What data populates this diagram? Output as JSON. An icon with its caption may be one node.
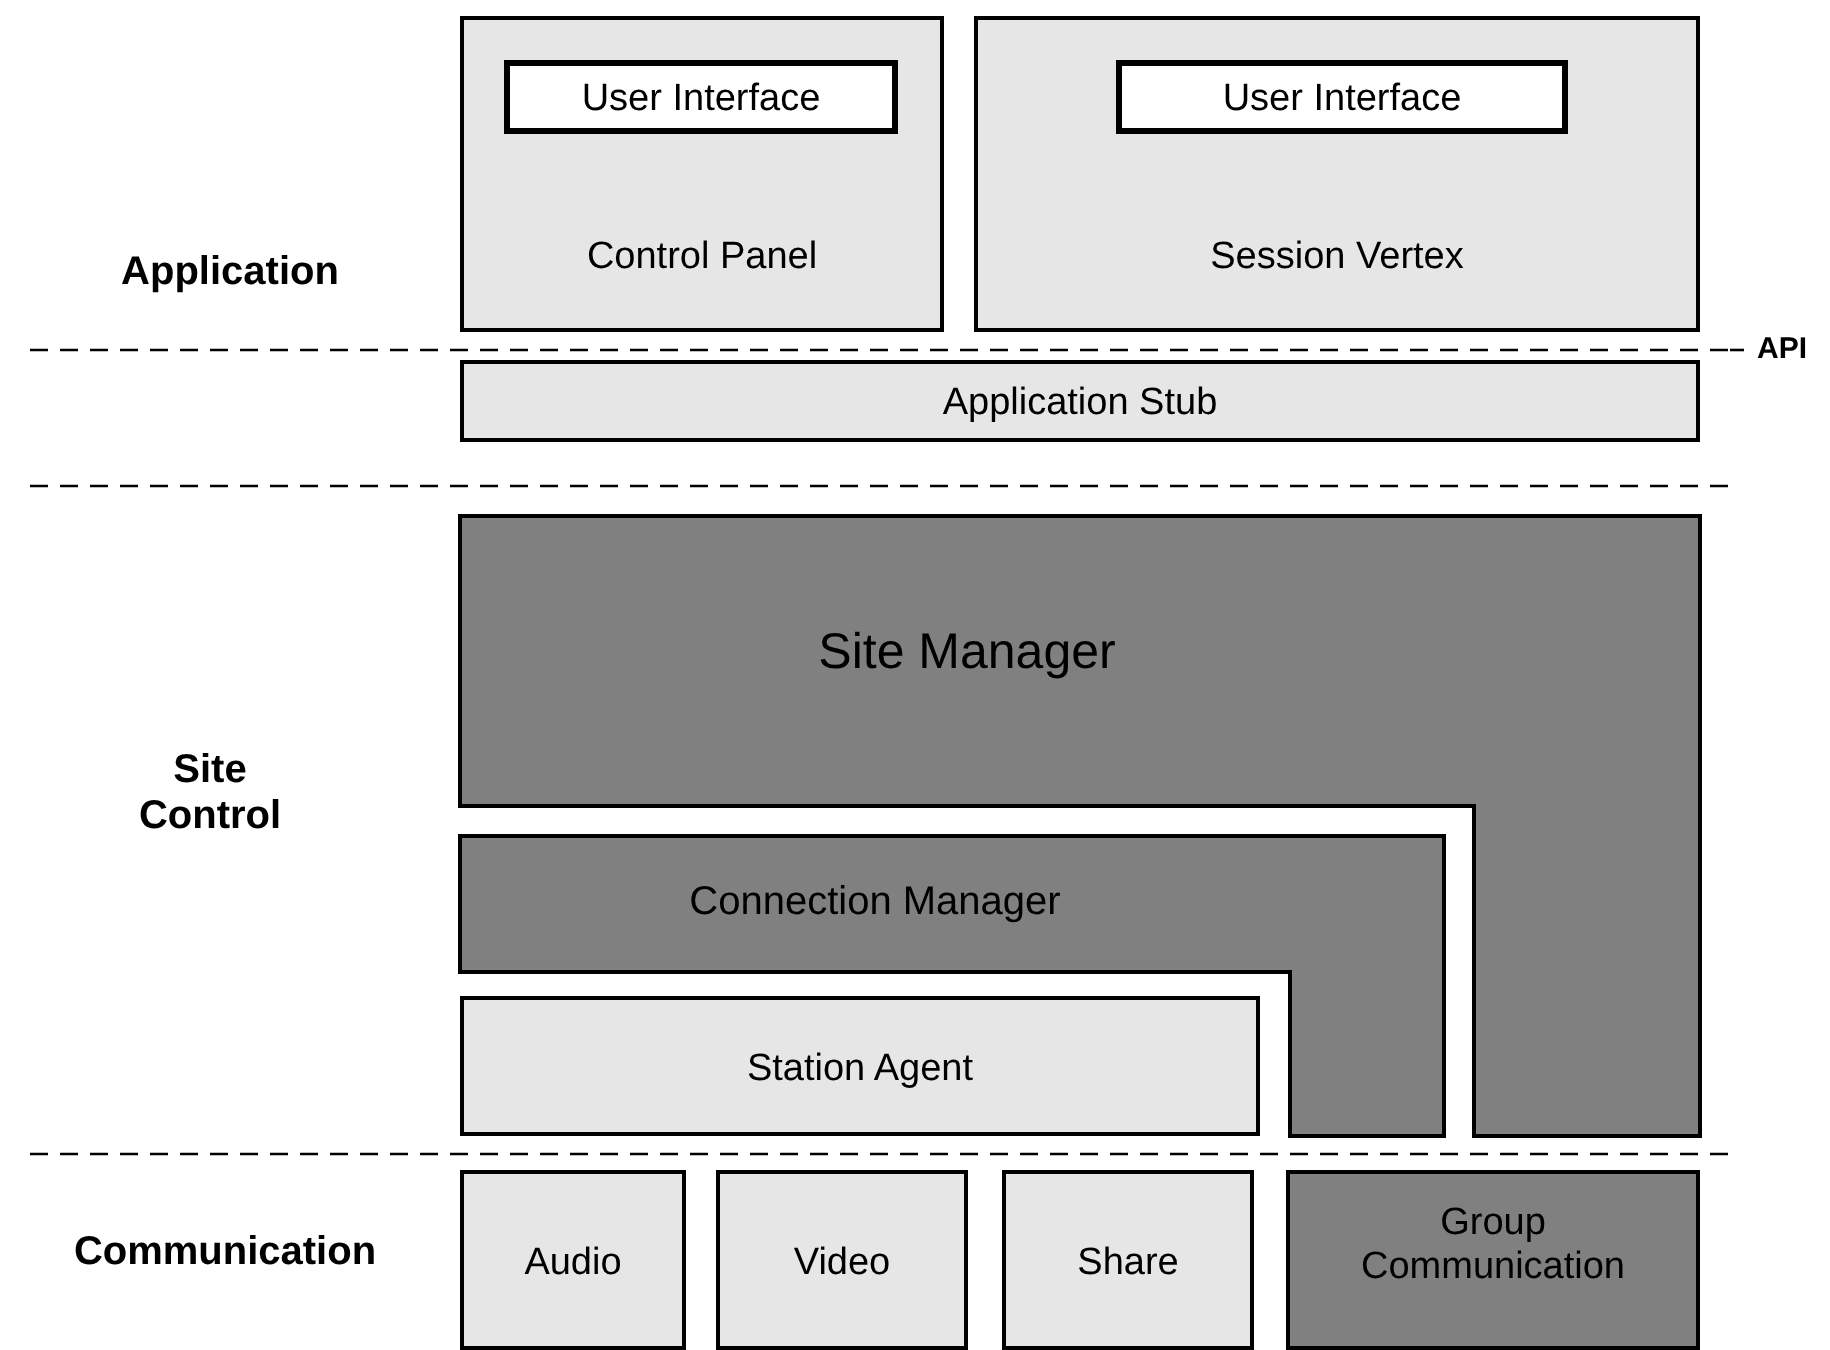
{
  "diagram": {
    "nodes": [
      {
        "text": [
          "Control Panel"
        ]
      },
      {
        "text": [
          "User Interface"
        ],
        "in": 0
      },
      {
        "text": [
          "Session Vertex"
        ]
      },
      {
        "text": [
          "User Interface"
        ],
        "in": 2
      },
      {
        "text": [
          "Application Stub"
        ]
      },
      {
        "text": [
          "Site Manager"
        ]
      },
      {
        "text": [
          "Connection Manager"
        ]
      },
      {
        "text": [
          "Station Agent"
        ]
      },
      {
        "text": [
          "Audio"
        ]
      },
      {
        "text": [
          "Video"
        ]
      },
      {
        "text": [
          "Share"
        ]
      },
      {
        "text": [
          "Group Communication"
        ]
      }
    ],
    "edges": [],
    "labels": [
      "Application",
      "API",
      "Site Control",
      "Communication"
    ]
  }
}
